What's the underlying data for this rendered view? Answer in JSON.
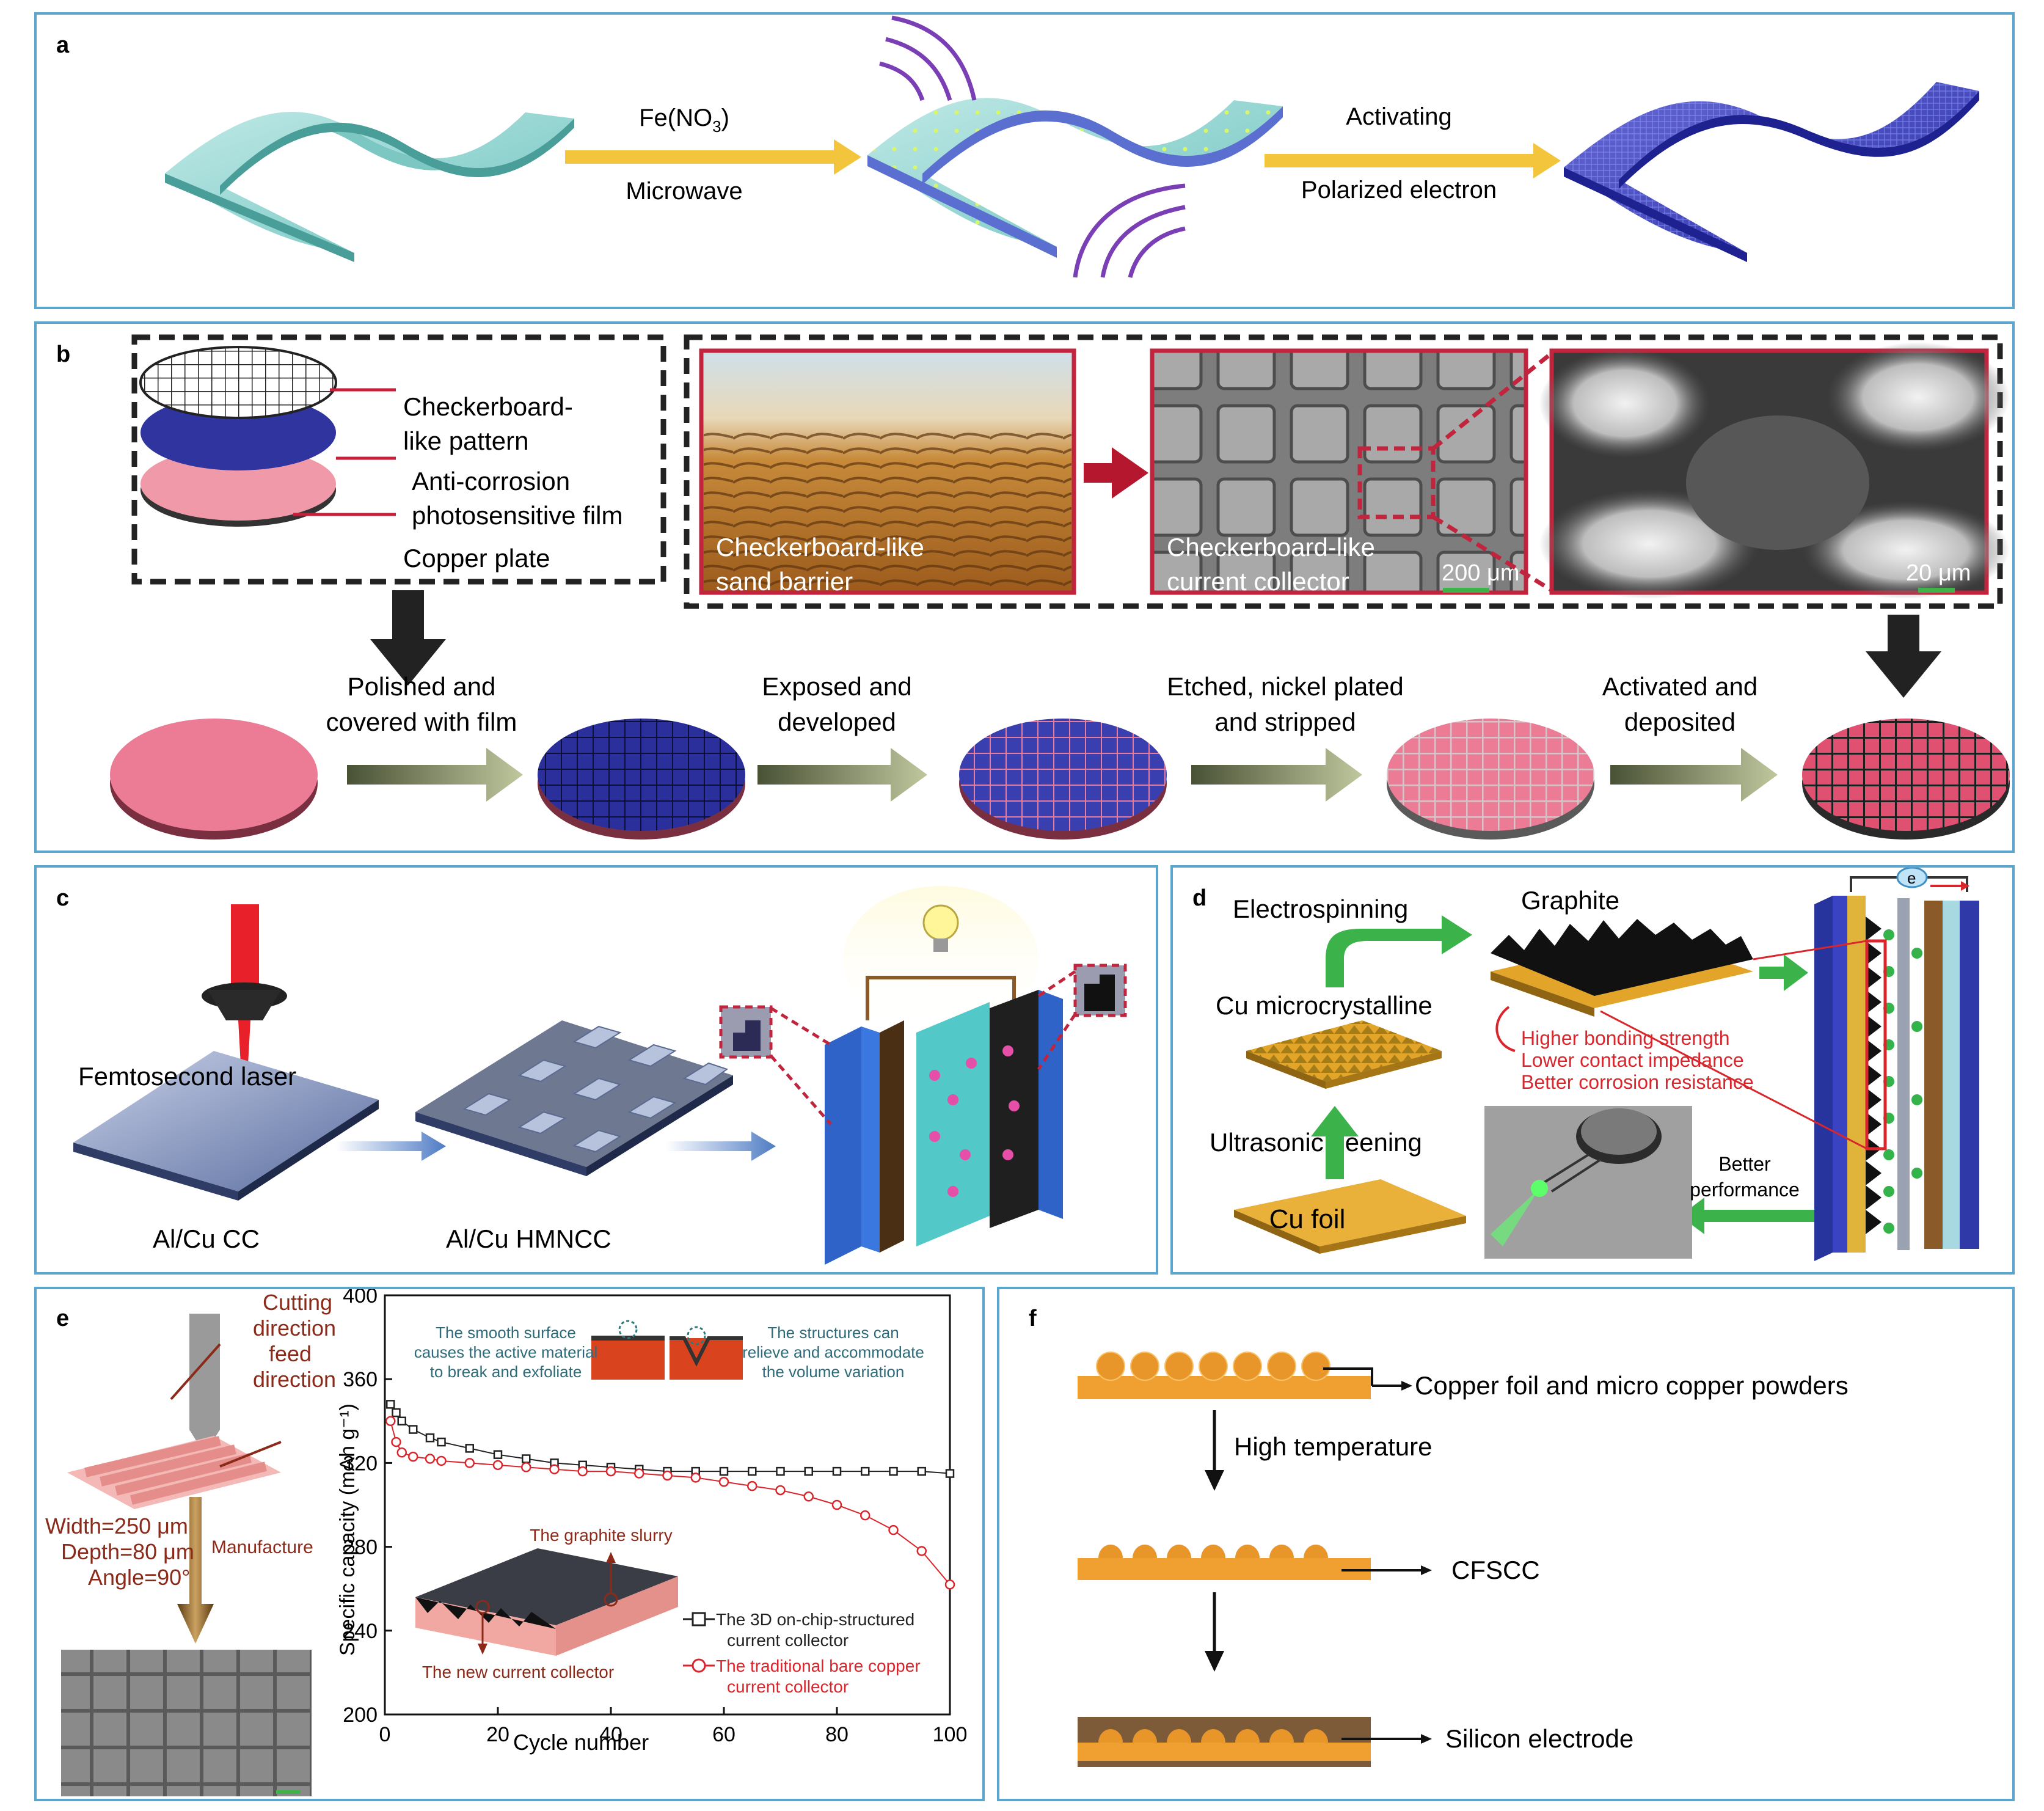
{
  "panels": {
    "a": {
      "letter": "a",
      "arrow1_top": "Fe(NO",
      "arrow1_top_sub": "3",
      "arrow1_top_close": ")",
      "arrow1_bottom": "Microwave",
      "arrow2_top": "Activating",
      "arrow2_bottom": "Polarized electron"
    },
    "b": {
      "letter": "b",
      "legend": [
        "Checkerboard-",
        "like pattern",
        "Anti-corrosion",
        "photosensitive film",
        "Copper plate"
      ],
      "photo1": [
        "Checkerboard-like",
        "sand barrier"
      ],
      "photo2": [
        "Checkerboard-like",
        "current collector"
      ],
      "scale1": "200 μm",
      "scale2": "20 μm",
      "steps": [
        [
          "Polished and",
          "covered with film"
        ],
        [
          "Exposed and",
          "developed"
        ],
        [
          "Etched, nickel plated",
          "and stripped"
        ],
        [
          "Activated and",
          "deposited"
        ]
      ]
    },
    "c": {
      "letter": "c",
      "laser": "Femtosecond laser",
      "cc": "Al/Cu CC",
      "hmncc": "Al/Cu HMNCC"
    },
    "d": {
      "letter": "d",
      "electrospinning": "Electrospinning",
      "graphite": "Graphite",
      "cu_micro": "Cu microcrystalline",
      "ultrasonic": "Ultrasonic peening",
      "cu_foil": "Cu foil",
      "benefits": [
        "Higher bonding strength",
        "Lower contact impedance",
        "Better corrosion resistance"
      ],
      "better": [
        "Better",
        "performance"
      ],
      "electron": "e"
    },
    "e": {
      "letter": "e",
      "cutting": [
        "Cutting",
        "direction",
        "feed",
        "direction"
      ],
      "params": [
        "Width=250 μm",
        "Depth=80 μm",
        "Angle=90°"
      ],
      "manufacture": "Manufacture",
      "inset_left": [
        "The smooth surface",
        "causes the active material",
        "to break and exfoliate"
      ],
      "inset_right": [
        "The structures can",
        "relieve and accommodate",
        "the volume variation"
      ],
      "slurry": "The graphite slurry",
      "new_cc": "The new current collector"
    },
    "f": {
      "letter": "f",
      "label1": "Copper foil and micro copper powders",
      "arrow_label": "High temperature",
      "label2": "CFSCC",
      "label3": "Silicon electrode"
    }
  },
  "chart_data": {
    "type": "scatter",
    "xlabel": "Cycle number",
    "ylabel": "Specific capacity (mAh g⁻¹)",
    "xlim": [
      0,
      100
    ],
    "ylim": [
      200,
      400
    ],
    "xticks": [
      0,
      20,
      40,
      60,
      80,
      100
    ],
    "yticks": [
      200,
      240,
      280,
      320,
      360,
      400
    ],
    "colors": {
      "structured": "#222222",
      "bare": "#d8262c"
    },
    "series": [
      {
        "name": "The 3D on-chip-structured current collector",
        "legend_lines": [
          "The 3D on-chip-structured",
          "current collector"
        ],
        "marker": "square",
        "x": [
          1,
          2,
          3,
          5,
          8,
          10,
          15,
          20,
          25,
          30,
          35,
          40,
          45,
          50,
          55,
          60,
          65,
          70,
          75,
          80,
          85,
          90,
          95,
          100
        ],
        "y": [
          348,
          344,
          340,
          336,
          332,
          330,
          327,
          324,
          322,
          320,
          319,
          318,
          317,
          316,
          316,
          316,
          316,
          316,
          316,
          316,
          316,
          316,
          316,
          315
        ]
      },
      {
        "name": "The traditional bare copper current collector",
        "legend_lines": [
          "The traditional bare copper",
          "current collector"
        ],
        "marker": "circle",
        "x": [
          1,
          2,
          3,
          5,
          8,
          10,
          15,
          20,
          25,
          30,
          35,
          40,
          45,
          50,
          55,
          60,
          65,
          70,
          75,
          80,
          85,
          90,
          95,
          100
        ],
        "y": [
          340,
          330,
          325,
          323,
          322,
          321,
          320,
          319,
          318,
          317,
          316,
          316,
          315,
          314,
          313,
          311,
          309,
          307,
          304,
          300,
          295,
          288,
          278,
          262
        ]
      }
    ]
  }
}
